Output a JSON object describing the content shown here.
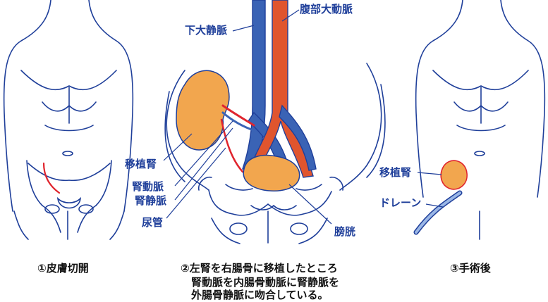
{
  "labels": {
    "ivc": "下大静脈",
    "aorta": "腹部大動脈",
    "kidney_mid": "移植腎",
    "renal_artery": "腎動脈",
    "renal_vein": "腎静脈",
    "ureter": "尿管",
    "bladder": "膀胱",
    "kidney_after": "移植腎",
    "drain": "ドレーン"
  },
  "captions": {
    "left": "①皮膚切開",
    "mid_line1": "②左腎を右腸骨に移植したところ",
    "mid_line2": "腎動脈を内腸骨動脈に腎静脈を",
    "mid_line3": "外腸骨静脈に吻合している。",
    "right": "③手術後"
  },
  "colors": {
    "outline": "#1f3f9a",
    "text": "#1f3f9a",
    "kidney": "#f2a64e",
    "aorta": "#e0552e",
    "ivc": "#3a63b5",
    "incision": "#e0252e"
  }
}
